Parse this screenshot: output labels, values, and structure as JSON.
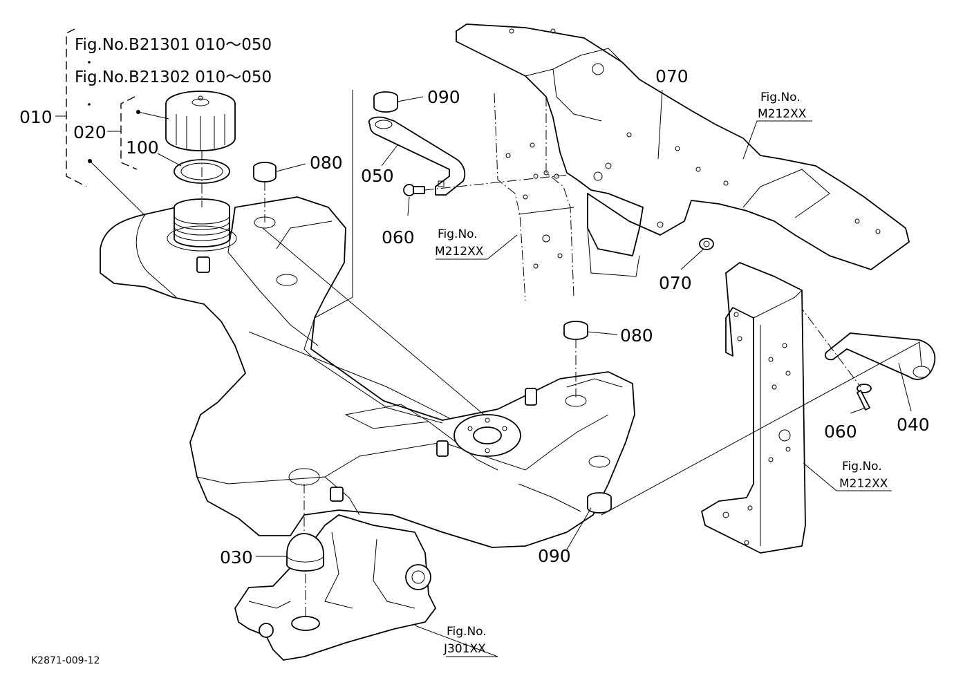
{
  "diagram": {
    "fig_header_1": "Fig.No.B21301  010～050",
    "fig_header_2": "Fig.No.B21302  010～050",
    "labels": {
      "p010": "010",
      "p020": "020",
      "p100": "100",
      "p080_top": "080",
      "p090_top": "090",
      "p050": "050",
      "p060_left": "060",
      "p070_top": "070",
      "p070_mid": "070",
      "p080_mid": "080",
      "p060_right": "060",
      "p040": "040",
      "p090_bottom": "090",
      "p030": "030"
    },
    "fig_refs": {
      "frame_top": {
        "line1": "Fig.No.",
        "line2": "M212XX"
      },
      "frame_left": {
        "line1": "Fig.No.",
        "line2": "M212XX"
      },
      "frame_right": {
        "line1": "Fig.No.",
        "line2": "M212XX"
      },
      "housing": {
        "line1": "Fig.No.",
        "line2": "J301XX"
      }
    },
    "drawing_code": "K2871-009-12"
  }
}
